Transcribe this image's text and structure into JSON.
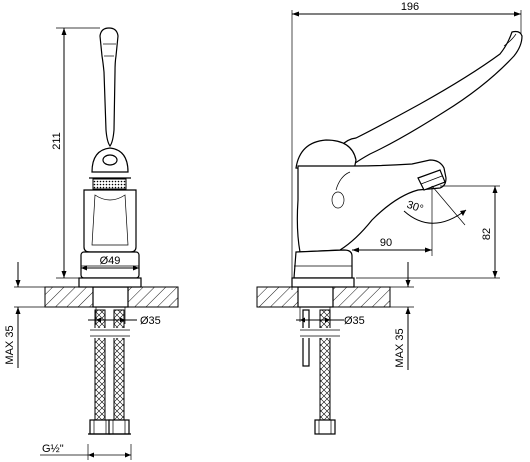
{
  "dimensions": {
    "overall_length": "196",
    "height": "211",
    "body_diameter": "Ø49",
    "hole_diameter_front": "Ø35",
    "hole_diameter_side": "Ø35",
    "spout_reach": "90",
    "spout_height": "82",
    "spout_angle": "30°",
    "max_thickness_left": "MAX 35",
    "max_thickness_right": "MAX 35",
    "thread": "G½\""
  }
}
